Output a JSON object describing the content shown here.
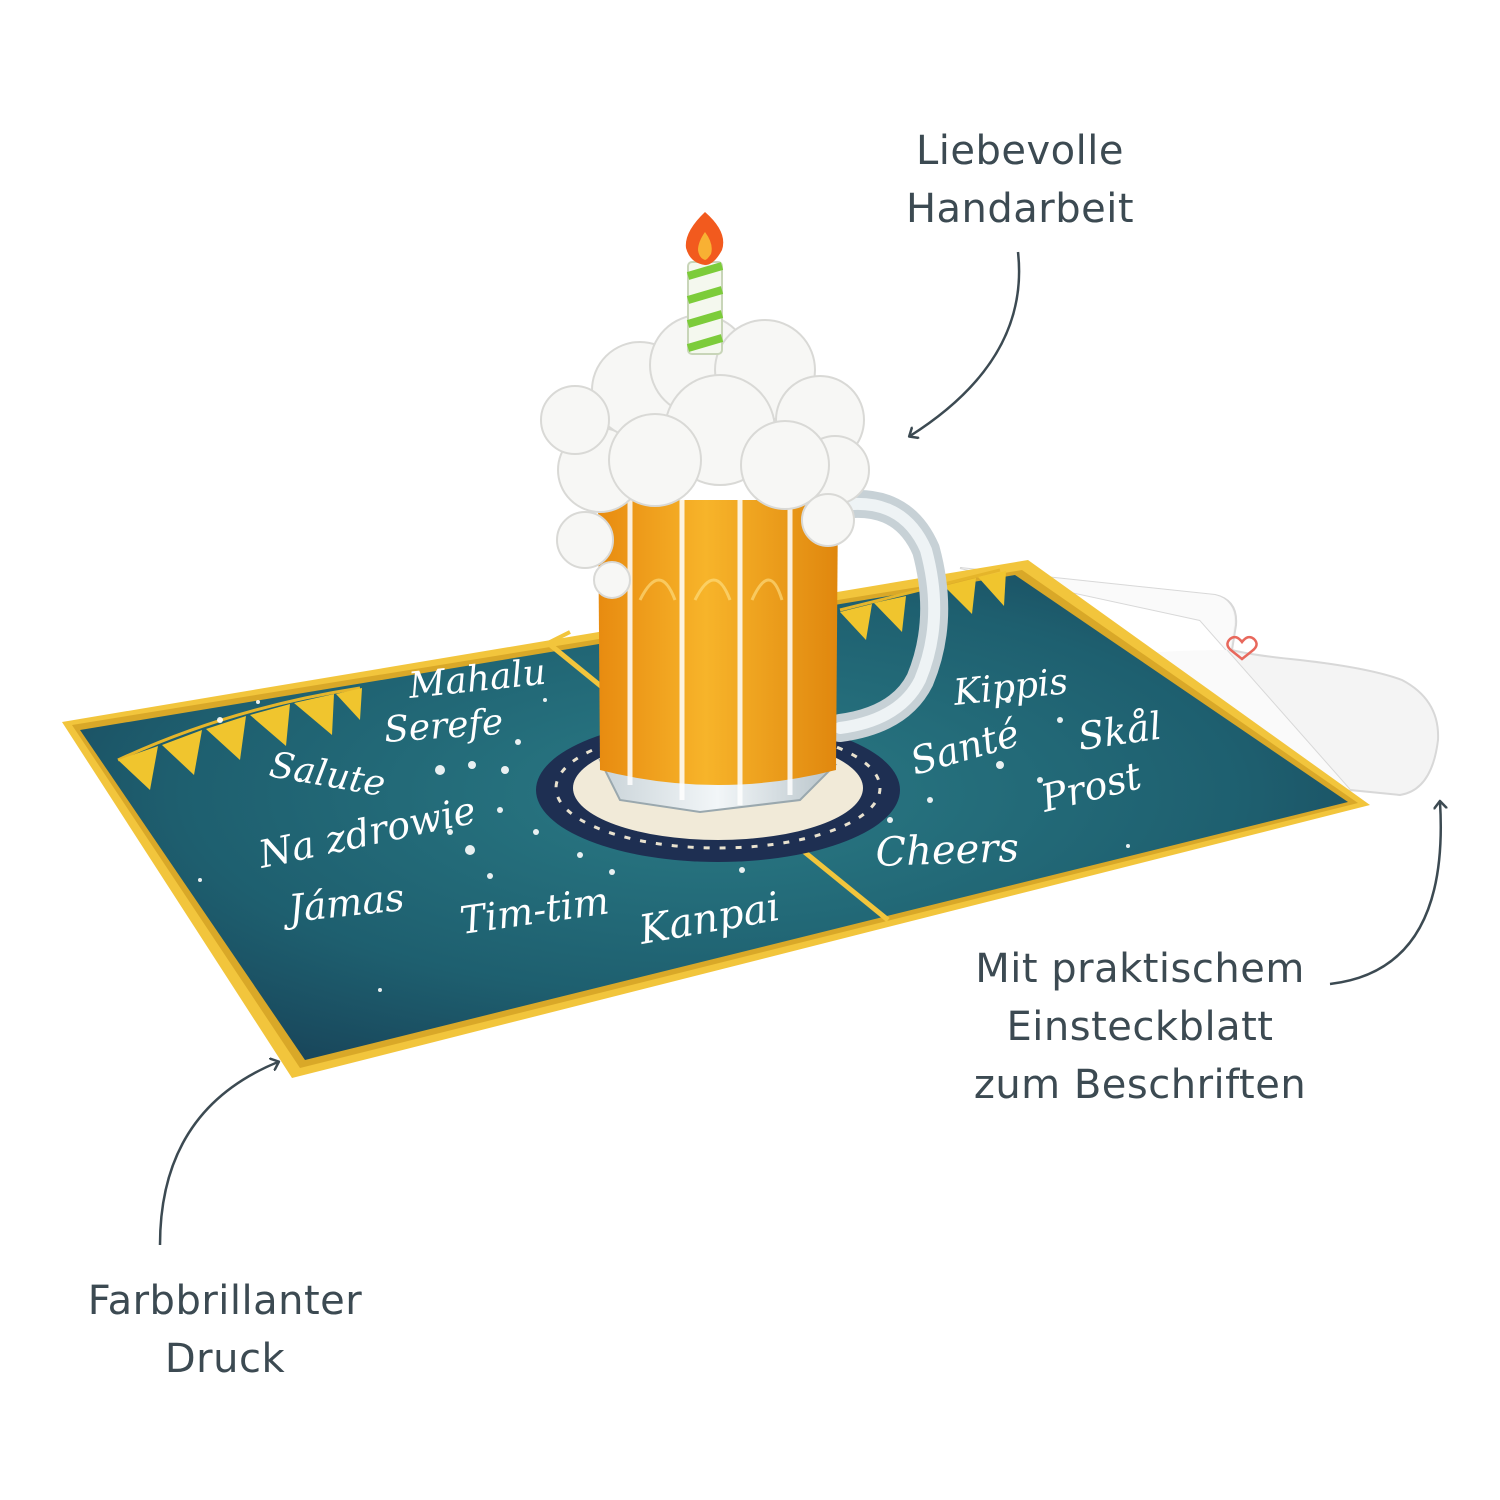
{
  "callouts": {
    "top": [
      "Liebevolle",
      "Handarbeit"
    ],
    "right": [
      "Mit praktischem",
      "Einsteckblatt",
      "zum Beschriften"
    ],
    "bottom": [
      "Farbbrillanter",
      "Druck"
    ]
  },
  "toasts": {
    "mahalu": "Mahalu",
    "serefe": "Serefe",
    "salute": "Salute",
    "na_zdrowie": "Na zdrowie",
    "jamas": "Jámas",
    "tim_tim": "Tim-tim",
    "kanpai": "Kanpai",
    "kippis": "Kippis",
    "sante": "Santé",
    "skal": "Skål",
    "prost": "Prost",
    "cheers": "Cheers"
  },
  "colors": {
    "card_teal": "#1e5f6f",
    "card_dark": "#173f55",
    "card_border": "#f2c53c",
    "banner": "#f0c52e",
    "beer": "#f3a51e",
    "foam": "#f7f7f5",
    "coaster_navy": "#1e2f52",
    "arrow": "#3c4a52",
    "text": "#3c4a52"
  },
  "icons": [
    "curved-arrow-icon",
    "heart-logo-icon",
    "candle-flame-icon"
  ]
}
